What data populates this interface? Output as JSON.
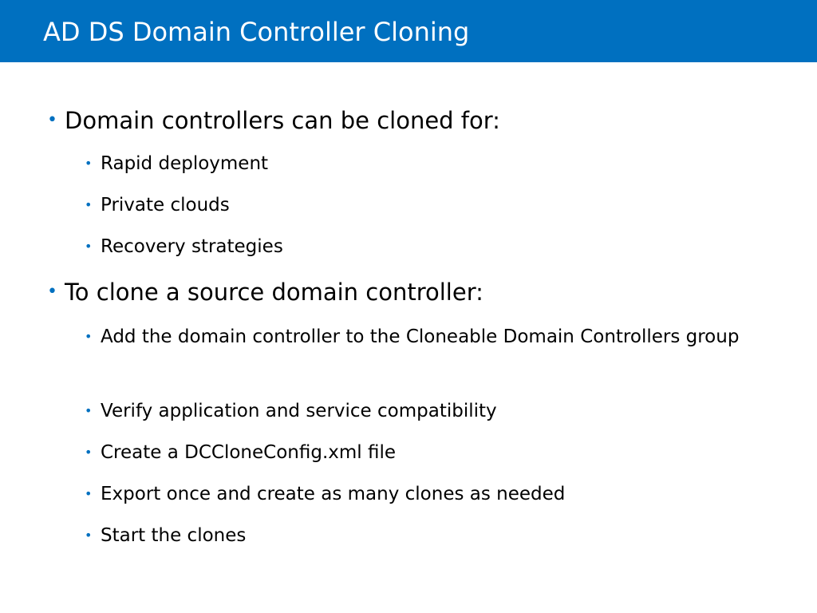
{
  "slide": {
    "title": "AD DS Domain Controller Cloning",
    "bullet_glyph": "•",
    "accent_color": "#0070c0",
    "sections": [
      {
        "heading": "Domain controllers can be cloned for:",
        "items": [
          "Rapid deployment",
          "Private clouds",
          "Recovery strategies"
        ]
      },
      {
        "heading": "To clone a source domain controller:",
        "items": [
          "Add the domain controller to the Cloneable Domain Controllers group",
          "Verify application and service compatibility",
          "Create a DCCloneConfig.xml file",
          "Export once and create as many clones as needed",
          "Start the clones"
        ]
      }
    ]
  }
}
